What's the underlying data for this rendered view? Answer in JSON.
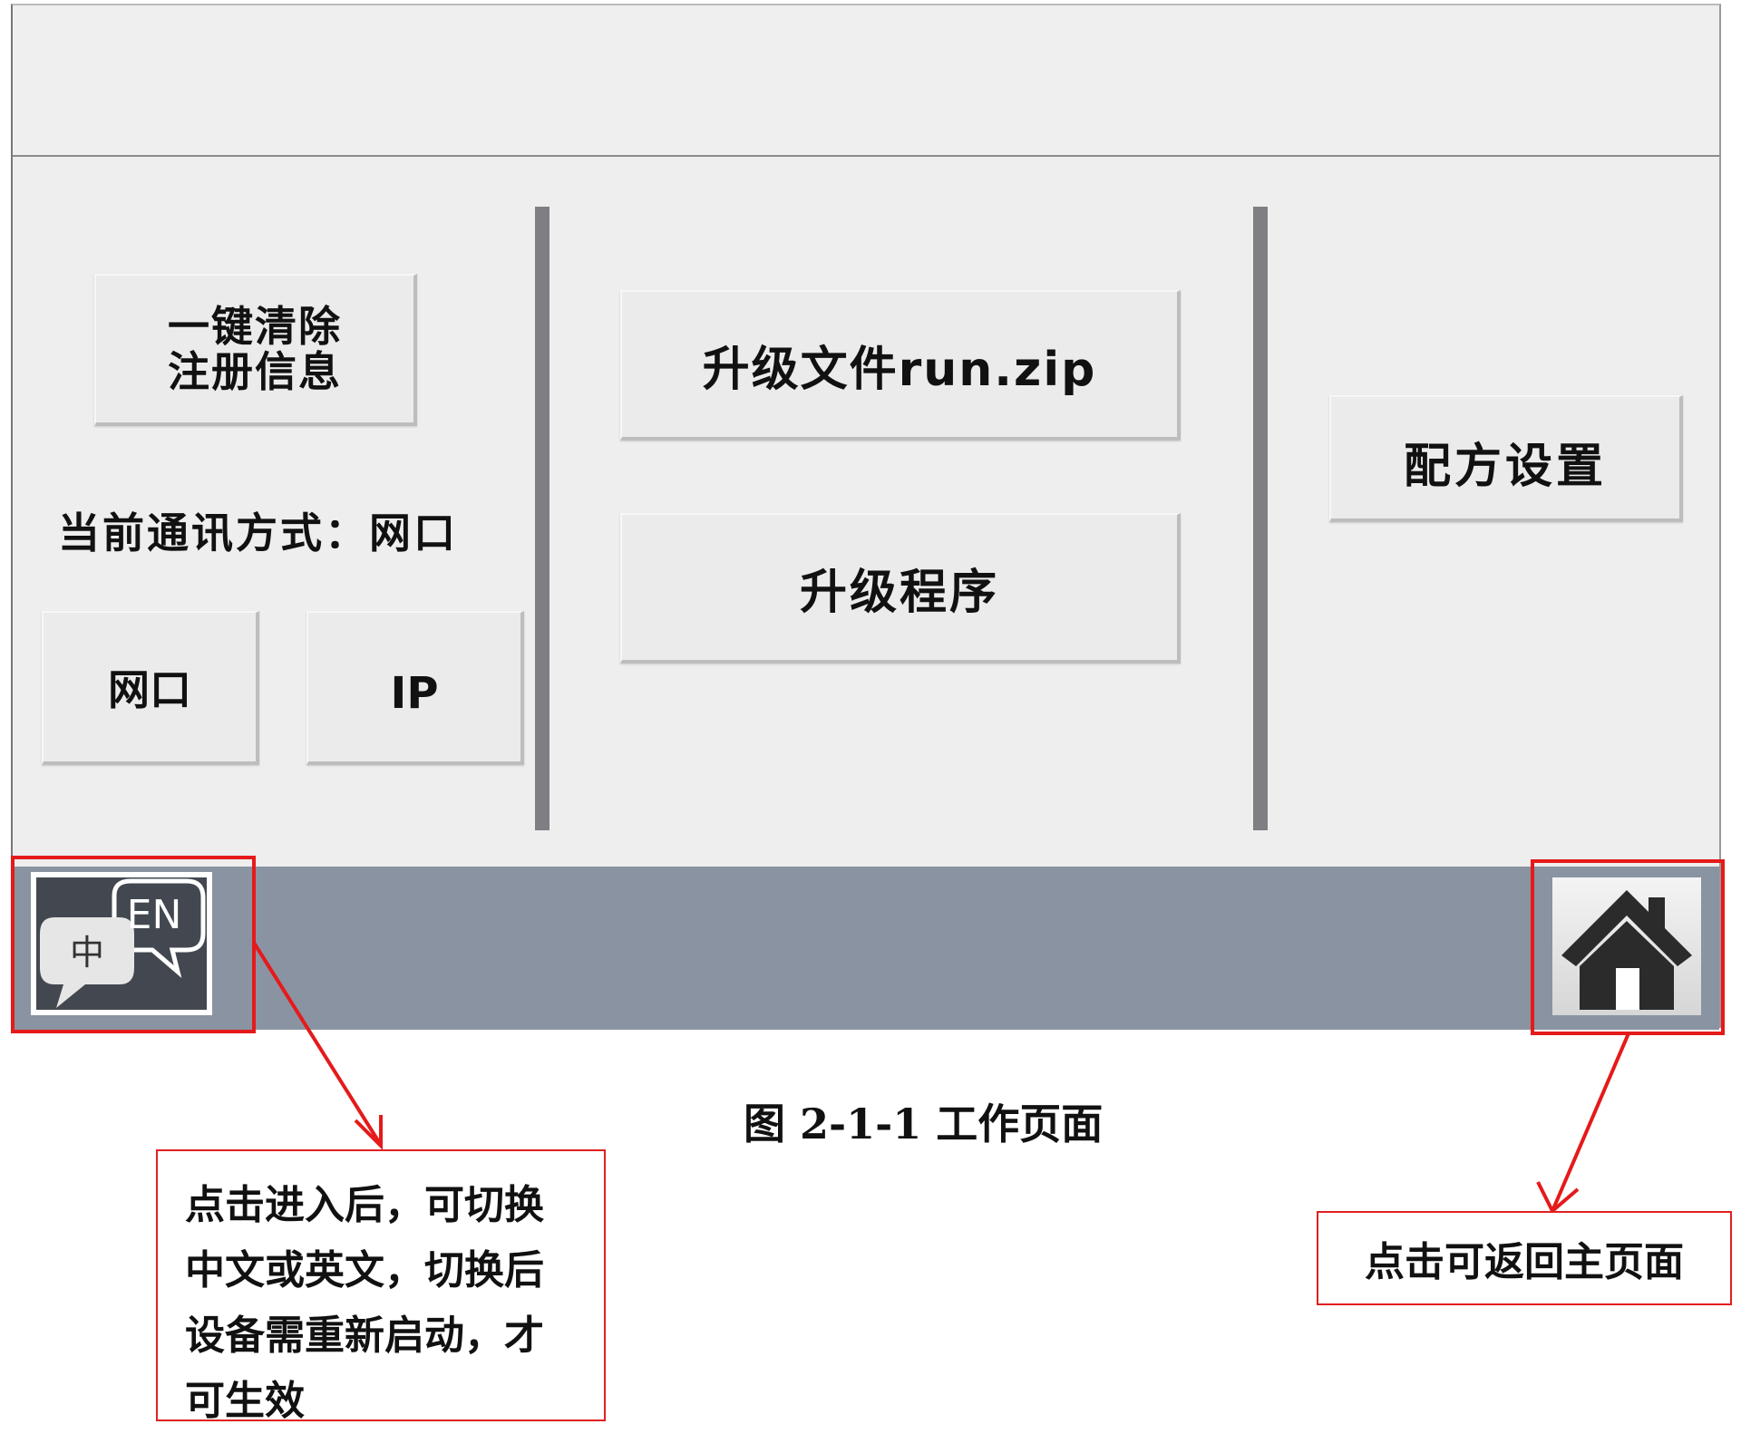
{
  "panel": {
    "clear_reg_line1": "一键清除",
    "clear_reg_line2": "注册信息",
    "comm_label": "当前通讯方式：网口",
    "net_button": "网口",
    "ip_button": "IP",
    "upgrade_file_button": "升级文件run.zip",
    "upgrade_program_button": "升级程序",
    "recipe_button": "配方设置"
  },
  "footer": {
    "lang_icon_zh": "中",
    "lang_icon_en": "EN"
  },
  "caption": "图 2-1-1 工作页面",
  "annotations": {
    "lang_note": "点击进入后，可切换中文或英文，切换后设备需重新启动，才可生效",
    "home_note": "点击可返回主页面"
  },
  "colors": {
    "highlight_red": "#e51a1a",
    "footer_bar": "#8a93a2",
    "divider": "#7f7f83"
  }
}
